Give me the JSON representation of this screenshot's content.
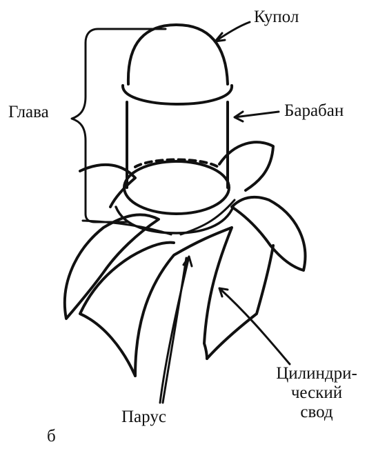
{
  "labels": {
    "dome": "Купол",
    "head": "Глава",
    "drum": "Барабан",
    "vault_line1": "Цилиндри-",
    "vault_line2": "ческий",
    "vault_line3": "свод",
    "pendentive": "Парус",
    "figure": "б"
  },
  "colors": {
    "ink": "#111111",
    "background": "#ffffff"
  }
}
